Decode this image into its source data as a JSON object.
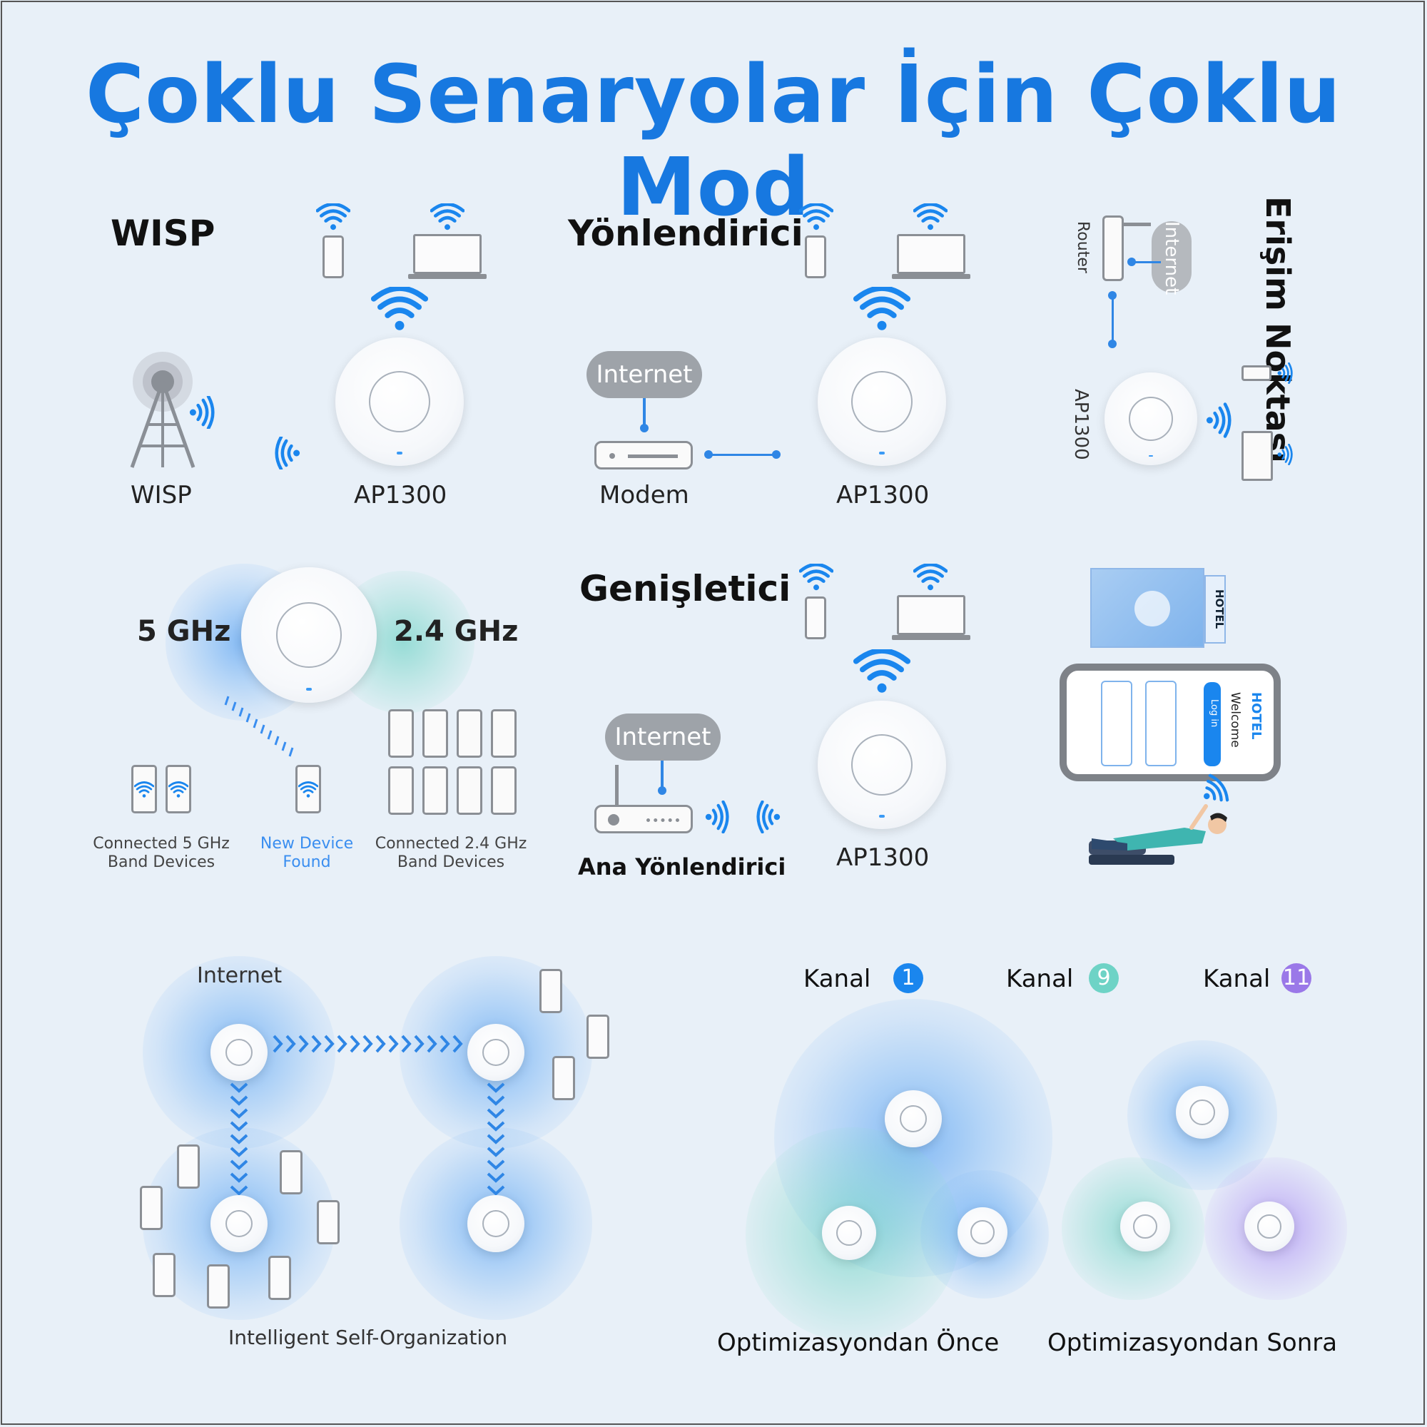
{
  "title": "Çoklu Senaryolar İçin Çoklu Mod",
  "modes": {
    "wisp": "WISP",
    "router": "Yönlendirici",
    "access_point": "Erişim Noktası",
    "extender": "Genişletici"
  },
  "wisp_section": {
    "tower_label": "WISP",
    "ap_label": "AP1300"
  },
  "router_section": {
    "cloud_label": "Internet",
    "modem_label": "Modem",
    "ap_label": "AP1300"
  },
  "ap_section": {
    "router_label": "Router",
    "cloud_label": "Internet",
    "ap_label": "AP1300"
  },
  "band_section": {
    "band_5": "5 GHz",
    "band_24": "2.4 GHz",
    "connected_5": "Connected 5 GHz Band Devices",
    "new_device": "New Device Found",
    "connected_24": "Connected 2.4 GHz Band Devices"
  },
  "extender_section": {
    "cloud_label": "Internet",
    "main_router_label": "Ana Yönlendirici",
    "ap_label": "AP1300"
  },
  "hotel_section": {
    "hotel_label": "HOTEL",
    "welcome": "Welcome",
    "login": "Log in"
  },
  "mesh_section": {
    "internet_label": "Internet",
    "caption": "Intelligent Self-Organization"
  },
  "channel_section": {
    "channels": [
      {
        "label": "Kanal",
        "number": "1",
        "color": "#1a86ee"
      },
      {
        "label": "Kanal",
        "number": "9",
        "color": "#6ed3c6"
      },
      {
        "label": "Kanal",
        "number": "11",
        "color": "#9a78e8"
      }
    ],
    "before": "Optimizasyondan Önce",
    "after": "Optimizasyondan Sonra"
  },
  "colors": {
    "accent": "#1778e0",
    "wifi": "#1a86ee",
    "teal": "#46c8b4",
    "purple": "#9a78e8"
  }
}
